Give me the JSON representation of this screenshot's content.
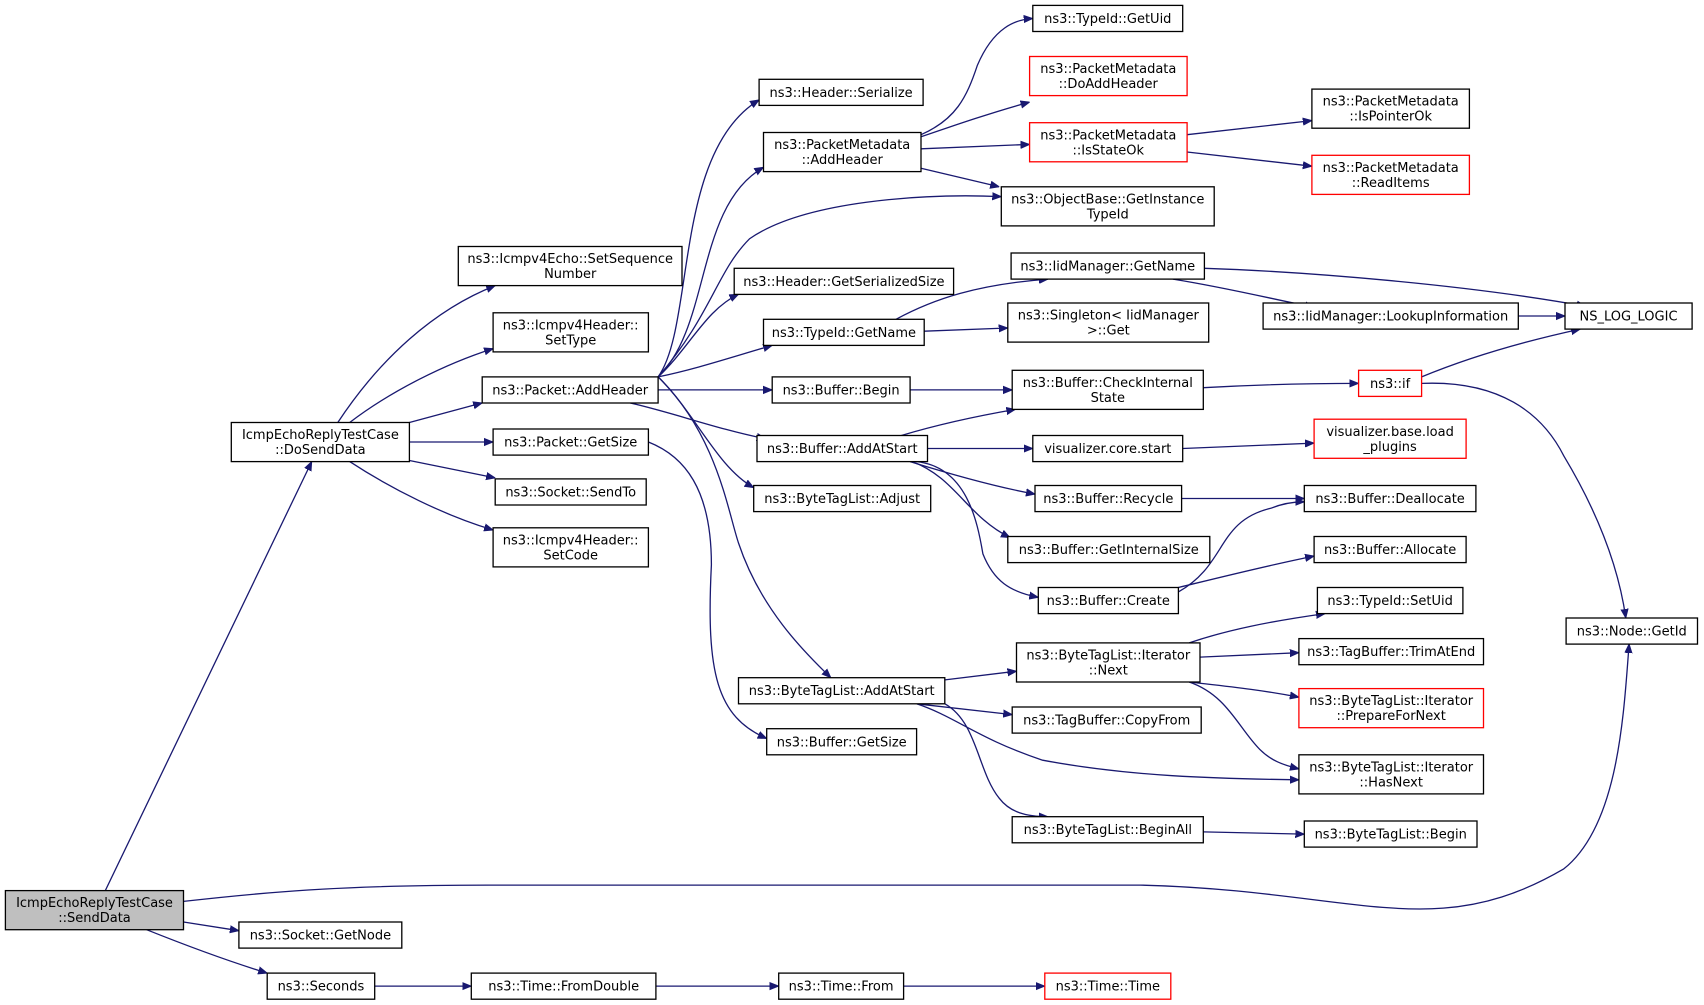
{
  "diagram": {
    "nodes": [
      {
        "id": "n0",
        "lines": [
          "IcmpEchoReplyTestCase",
          "::SendData"
        ],
        "style": "root"
      },
      {
        "id": "n1",
        "lines": [
          "IcmpEchoReplyTestCase",
          "::DoSendData"
        ],
        "style": "normal"
      },
      {
        "id": "n2",
        "lines": [
          "ns3::Socket::GetNode"
        ],
        "style": "normal"
      },
      {
        "id": "n3",
        "lines": [
          "ns3::Seconds"
        ],
        "style": "normal"
      },
      {
        "id": "n4",
        "lines": [
          "ns3::Node::GetId"
        ],
        "style": "normal"
      },
      {
        "id": "n5",
        "lines": [
          "ns3::Icmpv4Echo::SetSequence",
          "Number"
        ],
        "style": "normal"
      },
      {
        "id": "n6",
        "lines": [
          "ns3::Icmpv4Header::",
          "SetType"
        ],
        "style": "normal"
      },
      {
        "id": "n7",
        "lines": [
          "ns3::Packet::AddHeader"
        ],
        "style": "normal"
      },
      {
        "id": "n8",
        "lines": [
          "ns3::Packet::GetSize"
        ],
        "style": "normal"
      },
      {
        "id": "n9",
        "lines": [
          "ns3::Socket::SendTo"
        ],
        "style": "normal"
      },
      {
        "id": "n10",
        "lines": [
          "ns3::Icmpv4Header::",
          "SetCode"
        ],
        "style": "normal"
      },
      {
        "id": "n11",
        "lines": [
          "ns3::Header::Serialize"
        ],
        "style": "normal"
      },
      {
        "id": "n12",
        "lines": [
          "ns3::PacketMetadata",
          "::AddHeader"
        ],
        "style": "normal"
      },
      {
        "id": "n13",
        "lines": [
          "ns3::Header::GetSerializedSize"
        ],
        "style": "normal"
      },
      {
        "id": "n14",
        "lines": [
          "ns3::TypeId::GetName"
        ],
        "style": "normal"
      },
      {
        "id": "n15",
        "lines": [
          "ns3::Buffer::Begin"
        ],
        "style": "normal"
      },
      {
        "id": "n16",
        "lines": [
          "ns3::Buffer::AddAtStart"
        ],
        "style": "normal"
      },
      {
        "id": "n17",
        "lines": [
          "ns3::ByteTagList::Adjust"
        ],
        "style": "normal"
      },
      {
        "id": "n18",
        "lines": [
          "ns3::ByteTagList::AddAtStart"
        ],
        "style": "normal"
      },
      {
        "id": "n19",
        "lines": [
          "ns3::Buffer::GetSize"
        ],
        "style": "normal"
      },
      {
        "id": "n20",
        "lines": [
          "ns3::TypeId::GetUid"
        ],
        "style": "normal"
      },
      {
        "id": "n21",
        "lines": [
          "ns3::PacketMetadata",
          "::DoAddHeader"
        ],
        "style": "red"
      },
      {
        "id": "n22",
        "lines": [
          "ns3::PacketMetadata",
          "::IsStateOk"
        ],
        "style": "red"
      },
      {
        "id": "n23",
        "lines": [
          "ns3::ObjectBase::GetInstance",
          "TypeId"
        ],
        "style": "normal"
      },
      {
        "id": "n24",
        "lines": [
          "ns3::IidManager::GetName"
        ],
        "style": "normal"
      },
      {
        "id": "n25",
        "lines": [
          "ns3::Singleton< IidManager",
          ">::Get"
        ],
        "style": "normal"
      },
      {
        "id": "n26",
        "lines": [
          "ns3::Buffer::CheckInternal",
          "State"
        ],
        "style": "normal"
      },
      {
        "id": "n27",
        "lines": [
          "visualizer.core.start"
        ],
        "style": "normal"
      },
      {
        "id": "n28",
        "lines": [
          "ns3::Buffer::Recycle"
        ],
        "style": "normal"
      },
      {
        "id": "n29",
        "lines": [
          "ns3::Buffer::GetInternalSize"
        ],
        "style": "normal"
      },
      {
        "id": "n30",
        "lines": [
          "ns3::Buffer::Create"
        ],
        "style": "normal"
      },
      {
        "id": "n31",
        "lines": [
          "ns3::ByteTagList::Iterator",
          "::Next"
        ],
        "style": "normal"
      },
      {
        "id": "n32",
        "lines": [
          "ns3::TagBuffer::CopyFrom"
        ],
        "style": "normal"
      },
      {
        "id": "n33",
        "lines": [
          "ns3::ByteTagList::BeginAll"
        ],
        "style": "normal"
      },
      {
        "id": "n34",
        "lines": [
          "ns3::PacketMetadata",
          "::IsPointerOk"
        ],
        "style": "normal"
      },
      {
        "id": "n35",
        "lines": [
          "ns3::PacketMetadata",
          "::ReadItems"
        ],
        "style": "red"
      },
      {
        "id": "n36",
        "lines": [
          "ns3::IidManager::LookupInformation"
        ],
        "style": "normal"
      },
      {
        "id": "n37",
        "lines": [
          "NS_LOG_LOGIC"
        ],
        "style": "normal"
      },
      {
        "id": "n38",
        "lines": [
          "ns3::if"
        ],
        "style": "red"
      },
      {
        "id": "n39",
        "lines": [
          "visualizer.base.load",
          "_plugins"
        ],
        "style": "red"
      },
      {
        "id": "n40",
        "lines": [
          "ns3::Buffer::Deallocate"
        ],
        "style": "normal"
      },
      {
        "id": "n41",
        "lines": [
          "ns3::Buffer::Allocate"
        ],
        "style": "normal"
      },
      {
        "id": "n42",
        "lines": [
          "ns3::TypeId::SetUid"
        ],
        "style": "normal"
      },
      {
        "id": "n43",
        "lines": [
          "ns3::TagBuffer::TrimAtEnd"
        ],
        "style": "normal"
      },
      {
        "id": "n44",
        "lines": [
          "ns3::ByteTagList::Iterator",
          "::PrepareForNext"
        ],
        "style": "red"
      },
      {
        "id": "n45",
        "lines": [
          "ns3::ByteTagList::Iterator",
          "::HasNext"
        ],
        "style": "normal"
      },
      {
        "id": "n46",
        "lines": [
          "ns3::ByteTagList::Begin"
        ],
        "style": "normal"
      },
      {
        "id": "n47",
        "lines": [
          "ns3::Time::FromDouble"
        ],
        "style": "normal"
      },
      {
        "id": "n48",
        "lines": [
          "ns3::Time::From"
        ],
        "style": "normal"
      },
      {
        "id": "n49",
        "lines": [
          "ns3::Time::Time"
        ],
        "style": "red"
      }
    ],
    "edges": [
      [
        "n0",
        "n1"
      ],
      [
        "n0",
        "n2"
      ],
      [
        "n0",
        "n3"
      ],
      [
        "n0",
        "n4"
      ],
      [
        "n1",
        "n5"
      ],
      [
        "n1",
        "n6"
      ],
      [
        "n1",
        "n7"
      ],
      [
        "n1",
        "n8"
      ],
      [
        "n1",
        "n9"
      ],
      [
        "n1",
        "n10"
      ],
      [
        "n7",
        "n11"
      ],
      [
        "n7",
        "n12"
      ],
      [
        "n7",
        "n23"
      ],
      [
        "n7",
        "n13"
      ],
      [
        "n7",
        "n14"
      ],
      [
        "n7",
        "n15"
      ],
      [
        "n7",
        "n16"
      ],
      [
        "n7",
        "n17"
      ],
      [
        "n7",
        "n18"
      ],
      [
        "n8",
        "n19"
      ],
      [
        "n12",
        "n20"
      ],
      [
        "n12",
        "n21"
      ],
      [
        "n12",
        "n22"
      ],
      [
        "n12",
        "n23"
      ],
      [
        "n22",
        "n34"
      ],
      [
        "n22",
        "n35"
      ],
      [
        "n14",
        "n24"
      ],
      [
        "n14",
        "n25"
      ],
      [
        "n24",
        "n36"
      ],
      [
        "n24",
        "n37"
      ],
      [
        "n36",
        "n37"
      ],
      [
        "n15",
        "n26"
      ],
      [
        "n16",
        "n26"
      ],
      [
        "n16",
        "n27"
      ],
      [
        "n16",
        "n28"
      ],
      [
        "n16",
        "n29"
      ],
      [
        "n16",
        "n30"
      ],
      [
        "n26",
        "n38"
      ],
      [
        "n38",
        "n37"
      ],
      [
        "n38",
        "n4"
      ],
      [
        "n27",
        "n39"
      ],
      [
        "n28",
        "n40"
      ],
      [
        "n30",
        "n40"
      ],
      [
        "n30",
        "n41"
      ],
      [
        "n18",
        "n31"
      ],
      [
        "n18",
        "n32"
      ],
      [
        "n18",
        "n45"
      ],
      [
        "n18",
        "n33"
      ],
      [
        "n31",
        "n42"
      ],
      [
        "n31",
        "n43"
      ],
      [
        "n31",
        "n44"
      ],
      [
        "n31",
        "n45"
      ],
      [
        "n33",
        "n46"
      ],
      [
        "n3",
        "n47"
      ],
      [
        "n47",
        "n48"
      ],
      [
        "n48",
        "n49"
      ]
    ]
  }
}
